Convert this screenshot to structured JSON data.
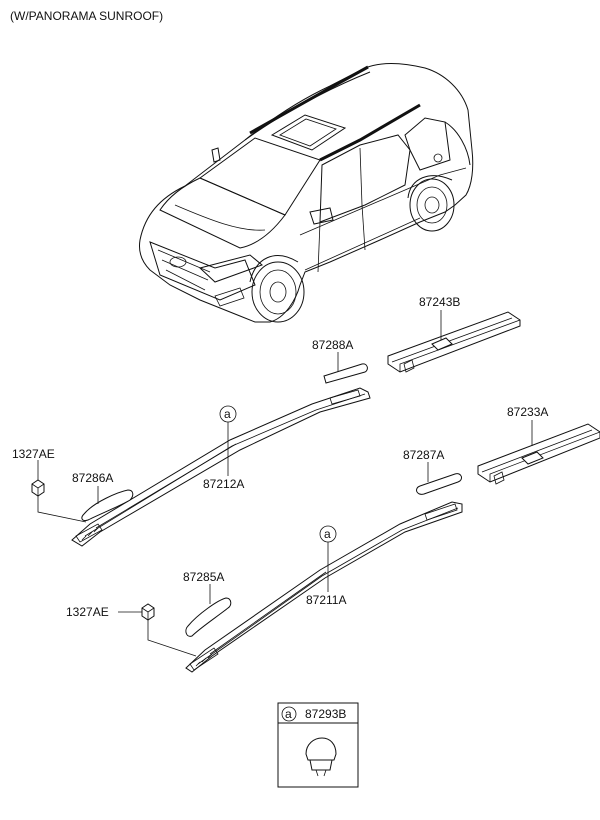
{
  "header": {
    "text": "(W/PANORAMA SUNROOF)"
  },
  "parts": {
    "p87243B": "87243B",
    "p87288A": "87288A",
    "p87233A": "87233A",
    "p1327AE_top": "1327AE",
    "p87286A": "87286A",
    "p87212A": "87212A",
    "p87287A": "87287A",
    "p87285A": "87285A",
    "p1327AE_bottom": "1327AE",
    "p87211A": "87211A",
    "callout_a_top": "a",
    "callout_a_bottom": "a"
  },
  "legend": {
    "marker": "a",
    "part": "87293B"
  }
}
